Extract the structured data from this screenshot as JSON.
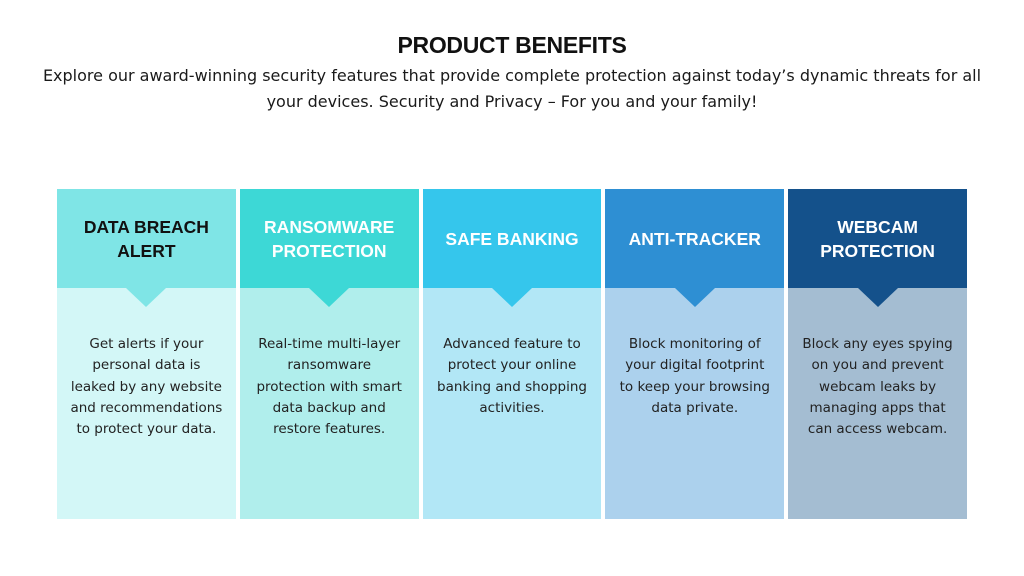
{
  "header": {
    "title": "PRODUCT BENEFITS",
    "subtitle": "Explore our award-winning security features that provide complete protection against today’s dynamic threats for all your devices. Security and Privacy – For you and your family!"
  },
  "cards": [
    {
      "title": "DATA BREACH ALERT",
      "body": "Get alerts if your personal data is leaked by any website and recommendations to protect your data.",
      "header_color": "#7fe5e6",
      "body_color": "#d3f7f7"
    },
    {
      "title": "RANSOMWARE PROTECTION",
      "body": "Real-time multi-layer ransomware protection with smart data backup and restore features.",
      "header_color": "#3dd8d6",
      "body_color": "#b0eeec"
    },
    {
      "title": "SAFE BANKING",
      "body": "Advanced feature to protect your online banking and shopping activities.",
      "header_color": "#35c6ec",
      "body_color": "#b2e7f6"
    },
    {
      "title": "ANTI-TRACKER",
      "body": "Block monitoring of your digital footprint to keep your browsing data private.",
      "header_color": "#2e8fd3",
      "body_color": "#acd1ed"
    },
    {
      "title": "WEBCAM PROTECTION",
      "body": "Block any eyes spying on you and prevent webcam leaks by managing apps that can access webcam.",
      "header_color": "#14518b",
      "body_color": "#a4bdd2"
    }
  ]
}
